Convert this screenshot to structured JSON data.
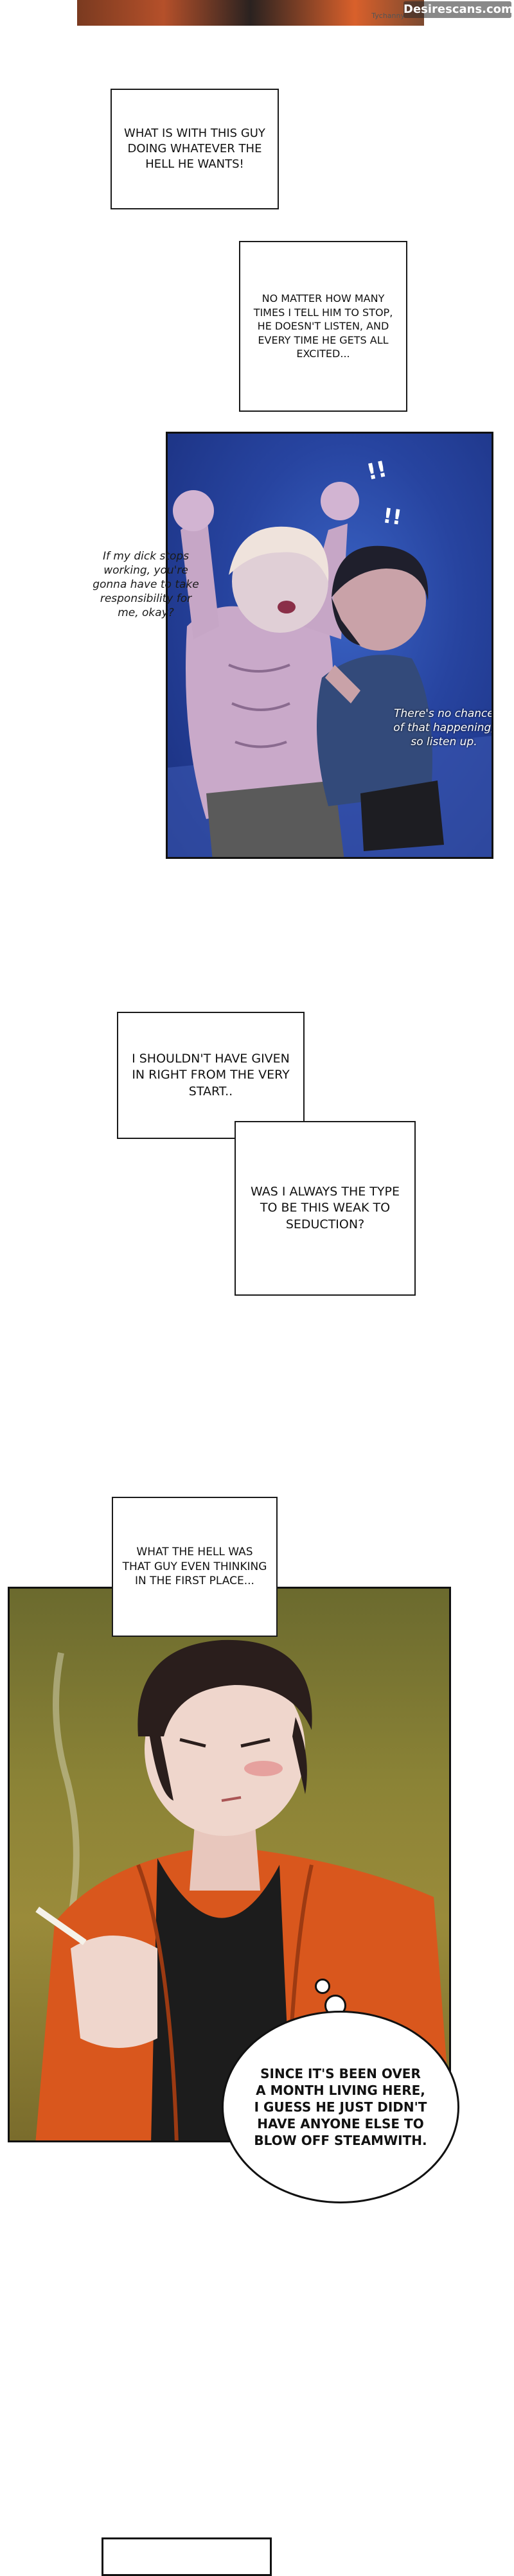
{
  "watermark": {
    "small": "Tychanny",
    "site": "Desirescans.com"
  },
  "narration": {
    "box1": "WHAT IS WITH THIS GUY DOING WHATEVER THE HELL HE WANTS!",
    "box2": "NO MATTER HOW MANY TIMES I TELL HIM TO STOP, HE DOESN'T LISTEN, AND EVERY TIME HE GETS ALL EXCITED...",
    "box3": "I SHOULDN'T HAVE GIVEN IN RIGHT FROM THE VERY START..",
    "box4": "WAS I ALWAYS THE TYPE TO BE THIS WEAK TO SEDUCTION?",
    "box5": "WHAT THE HELL WAS THAT GUY EVEN THINKING IN THE FIRST PLACE..."
  },
  "panel1": {
    "left_bubble": "If my dick stops working, you're gonna have to take responsibility for me, okay?",
    "right_bubble": "There's no chance of that happening, so listen up.",
    "sfx": "!!"
  },
  "panel2": {
    "thought": "SINCE IT'S BEEN OVER A MONTH LIVING HERE, I GUESS HE JUST DIDN'T HAVE ANYONE ELSE TO BLOW OFF STEAMWITH."
  }
}
